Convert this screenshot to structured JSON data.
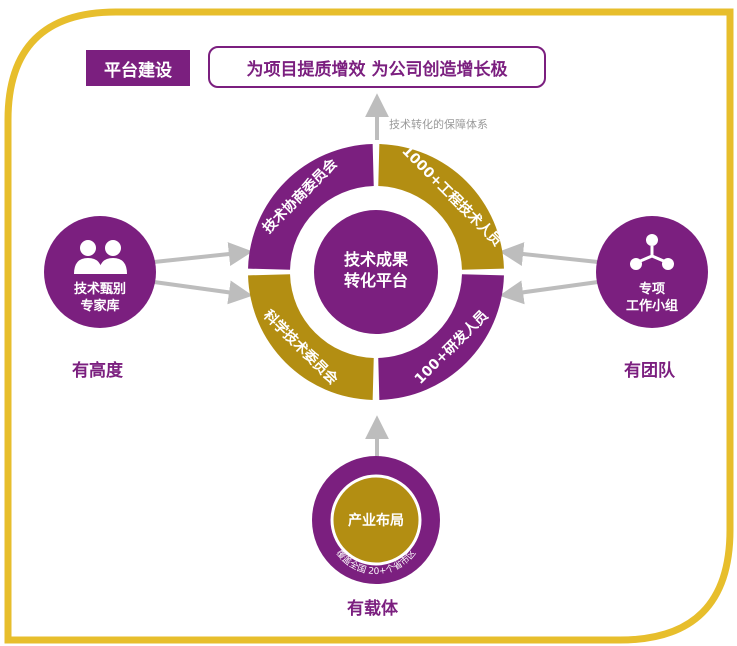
{
  "header": {
    "badge": "平台建设",
    "goal": "为项目提质增效 为公司创造增长极",
    "arrow_label": "技术转化的保障体系"
  },
  "center": {
    "line1": "技术成果",
    "line2": "转化平台"
  },
  "ring_segments": [
    {
      "label": "技术协商委员会",
      "color": "#7b1f7f"
    },
    {
      "label": "1000+工程技术人员",
      "color": "#b38e12"
    },
    {
      "label": "100+研发人员",
      "color": "#7b1f7f"
    },
    {
      "label": "科学技术委员会",
      "color": "#b38e12"
    }
  ],
  "left": {
    "line1": "技术甄别",
    "line2": "专家库",
    "caption": "有高度",
    "icon": "people-icon"
  },
  "right": {
    "line1": "专项",
    "line2": "工作小组",
    "caption": "有团队",
    "icon": "team-network-icon"
  },
  "bottom": {
    "inner": "产业布局",
    "ring_text": "覆盖全国 20+个省市区",
    "caption": "有载体"
  },
  "colors": {
    "purple": "#7b1f7f",
    "gold": "#b38e12",
    "frame": "#e7be2c",
    "arrow": "#bdbdbd"
  }
}
